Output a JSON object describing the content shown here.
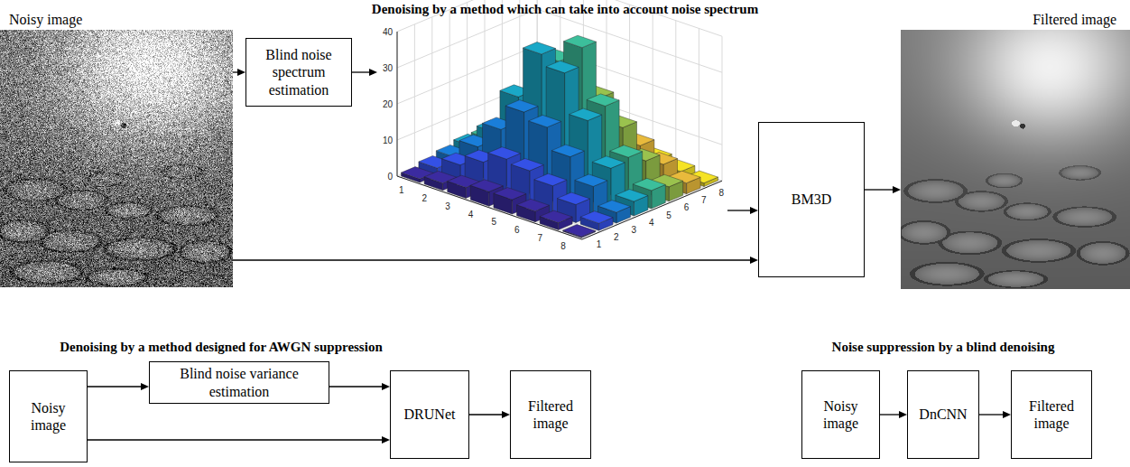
{
  "diagram": {
    "title": "Denoising by a method which can take into account noise spectrum",
    "nodes": [
      {
        "text": [
          "Noisy image"
        ]
      },
      {
        "text": [
          "Blind noise spectrum estimation"
        ]
      },
      {
        "text": [
          "BM3D"
        ]
      },
      {
        "text": [
          "Filtered image"
        ]
      },
      {
        "text": [
          "Noisy image"
        ]
      },
      {
        "text": [
          "Blind noise variance estimation"
        ]
      },
      {
        "text": [
          "DRUNet"
        ]
      },
      {
        "text": [
          "Filtered image"
        ]
      },
      {
        "text": [
          "Noisy image"
        ]
      },
      {
        "text": [
          "DnCNN"
        ]
      },
      {
        "text": [
          "Filtered image"
        ]
      }
    ],
    "edges": [
      {
        "from": 0,
        "to": 1,
        "arrow": "to"
      },
      {
        "from": 1,
        "to": 2,
        "arrow": "to"
      },
      {
        "from": 0,
        "to": 2,
        "arrow": "to"
      },
      {
        "from": 2,
        "to": 3,
        "arrow": "to"
      },
      {
        "from": 4,
        "to": 5,
        "arrow": "to"
      },
      {
        "from": 5,
        "to": 6,
        "arrow": "to"
      },
      {
        "from": 4,
        "to": 6,
        "arrow": "to"
      },
      {
        "from": 6,
        "to": 7,
        "arrow": "to"
      },
      {
        "from": 8,
        "to": 9,
        "arrow": "to"
      },
      {
        "from": 9,
        "to": 10,
        "arrow": "to"
      }
    ],
    "labels": [
      "Denoising by a method designed for AWGN suppression",
      "Noise suppression by a blind denoising",
      "40",
      "30",
      "20",
      "10",
      "0",
      "1",
      "2",
      "3",
      "4",
      "5",
      "6",
      "7",
      "8",
      "1",
      "2",
      "3",
      "4",
      "5",
      "6",
      "7",
      "8"
    ]
  }
}
